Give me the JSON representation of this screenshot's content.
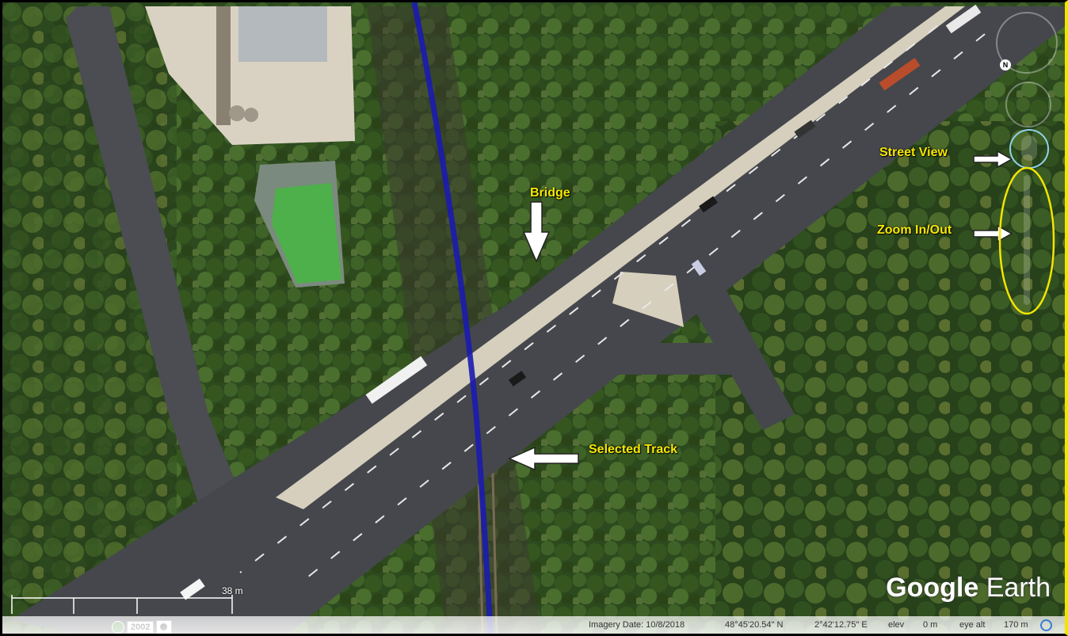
{
  "annotations": {
    "bridge": "Bridge",
    "selected_track": "Selected Track",
    "street_view": "Street View",
    "zoom": "Zoom In/Out"
  },
  "logo": {
    "brand_bold": "Google",
    "brand_regular": " Earth"
  },
  "scale": {
    "label": "38 m"
  },
  "history": {
    "year": "2002"
  },
  "status_bar": {
    "imagery_date": "Imagery Date: 10/8/2018",
    "latitude": "48°45'20.54\" N",
    "longitude": "2°42'12.75\" E",
    "elev_label": "elev",
    "elev_value": "0 m",
    "eye_alt_label": "eye alt",
    "eye_alt_value": "170 m"
  },
  "nav": {
    "north": "N"
  },
  "colors": {
    "annotation": "#f7e900",
    "street_view_ring": "#8fd3e8",
    "zoom_ellipse": "#f2e500",
    "track_line": "#1b1bb0"
  }
}
